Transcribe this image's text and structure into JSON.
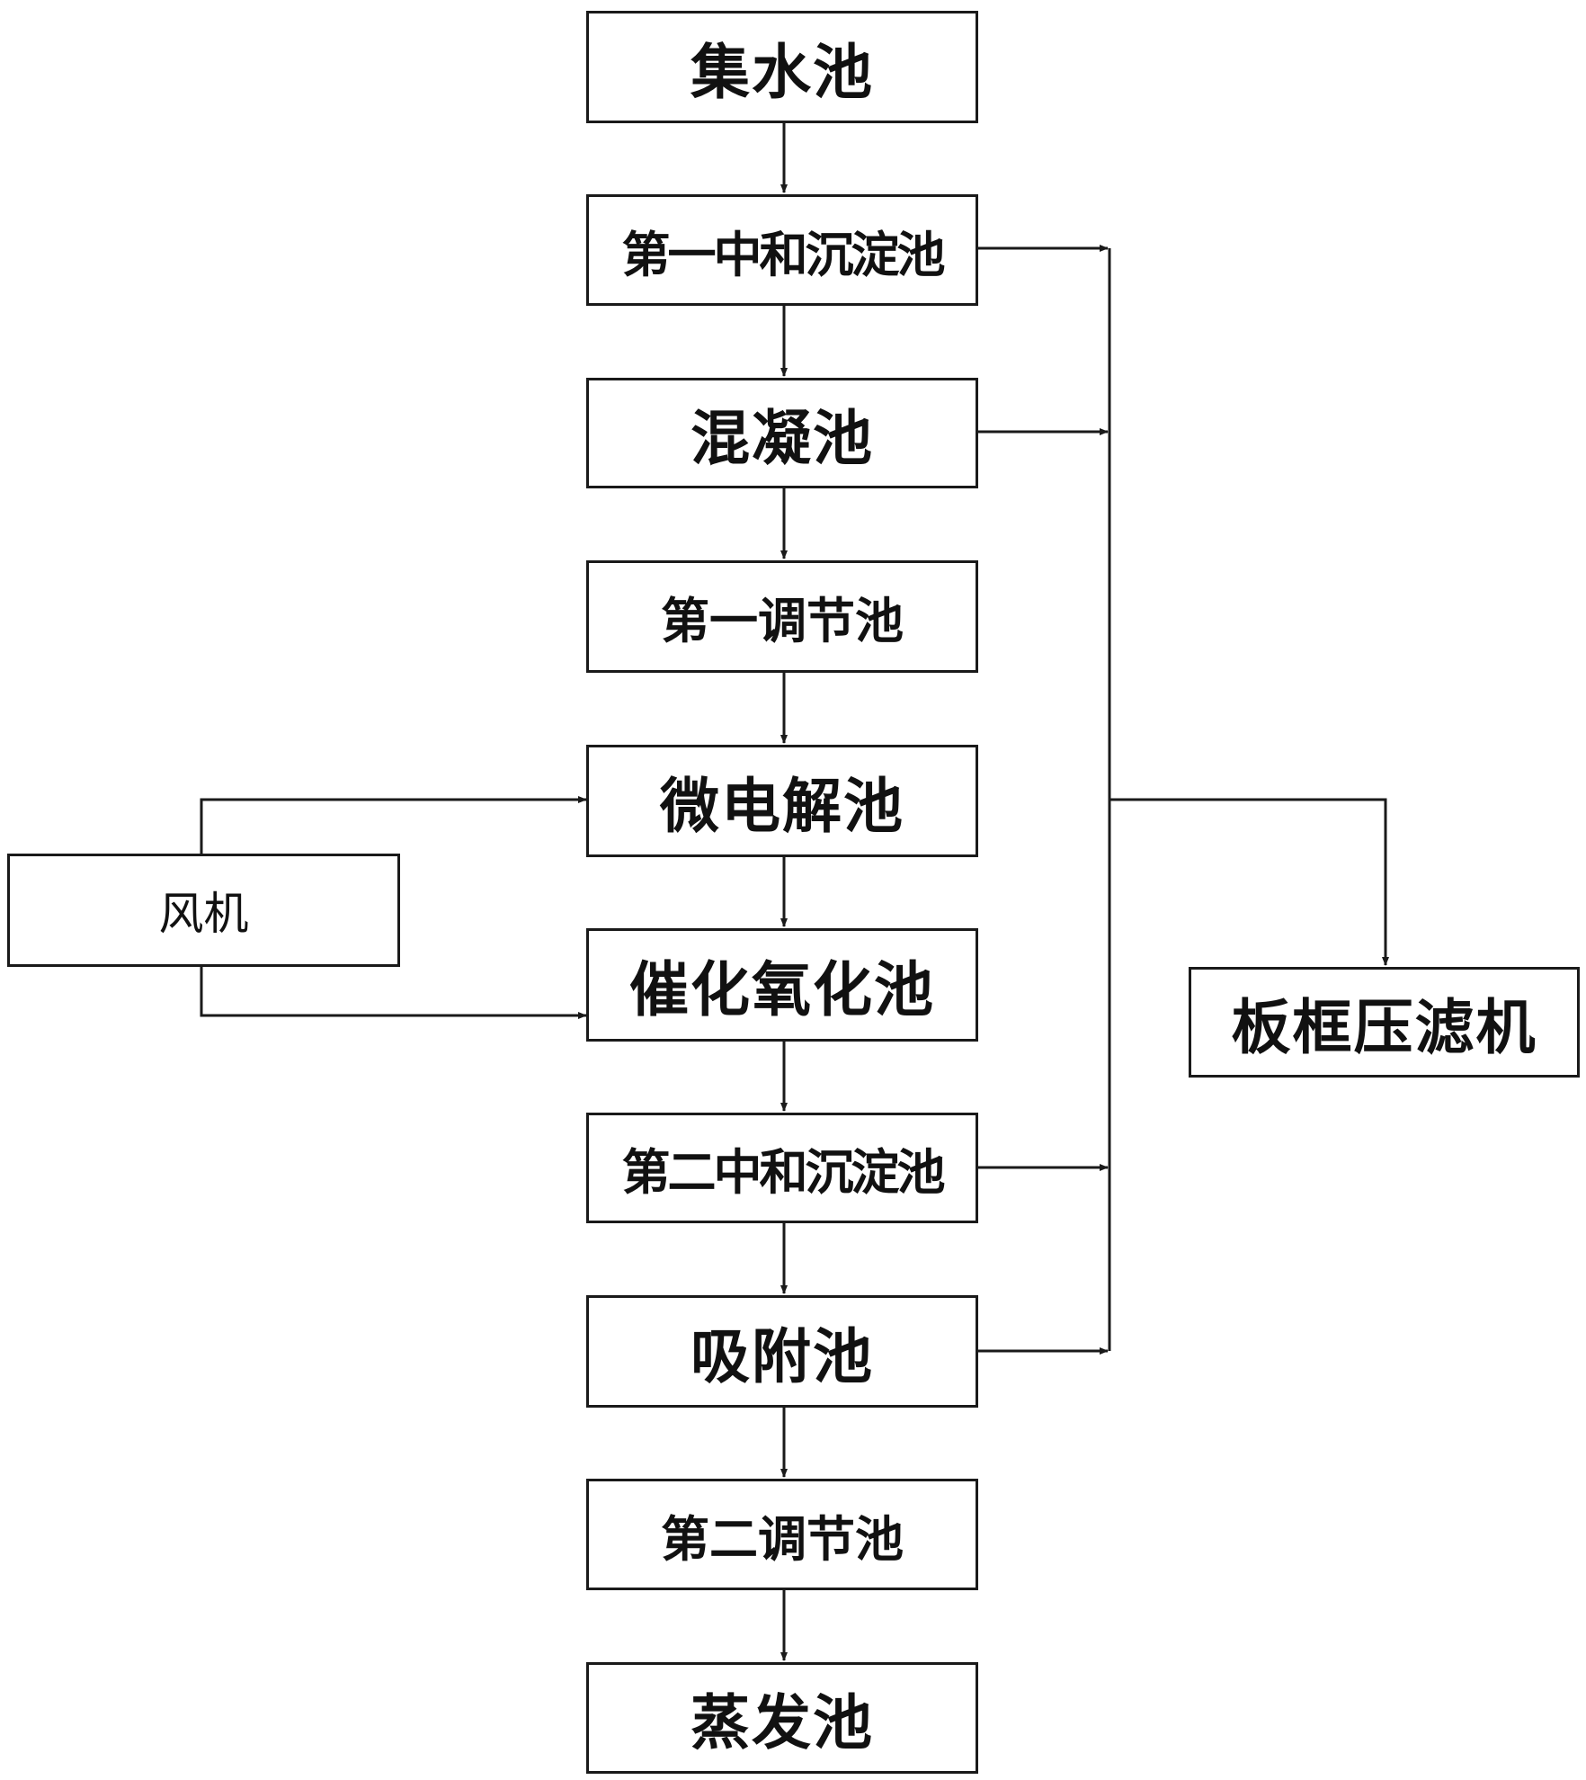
{
  "diagram": {
    "nodes": {
      "collect_pool": "集水池",
      "first_neutral_settling_pool": "第一中和沉淀池",
      "coagulation_pool": "混凝池",
      "first_regulating_pool": "第一调节池",
      "micro_electrolysis_pool": "微电解池",
      "catalytic_oxidation_pool": "催化氧化池",
      "second_neutral_settling_pool": "第二中和沉淀池",
      "adsorption_pool": "吸附池",
      "second_regulating_pool": "第二调节池",
      "evaporation_pool": "蒸发池",
      "blower": "风机",
      "plate_frame_filter_press": "板框压滤机"
    },
    "colors": {
      "line": "#1a1a1a",
      "box_border": "#1a1a1a",
      "text": "#111111",
      "background": "#ffffff"
    }
  }
}
